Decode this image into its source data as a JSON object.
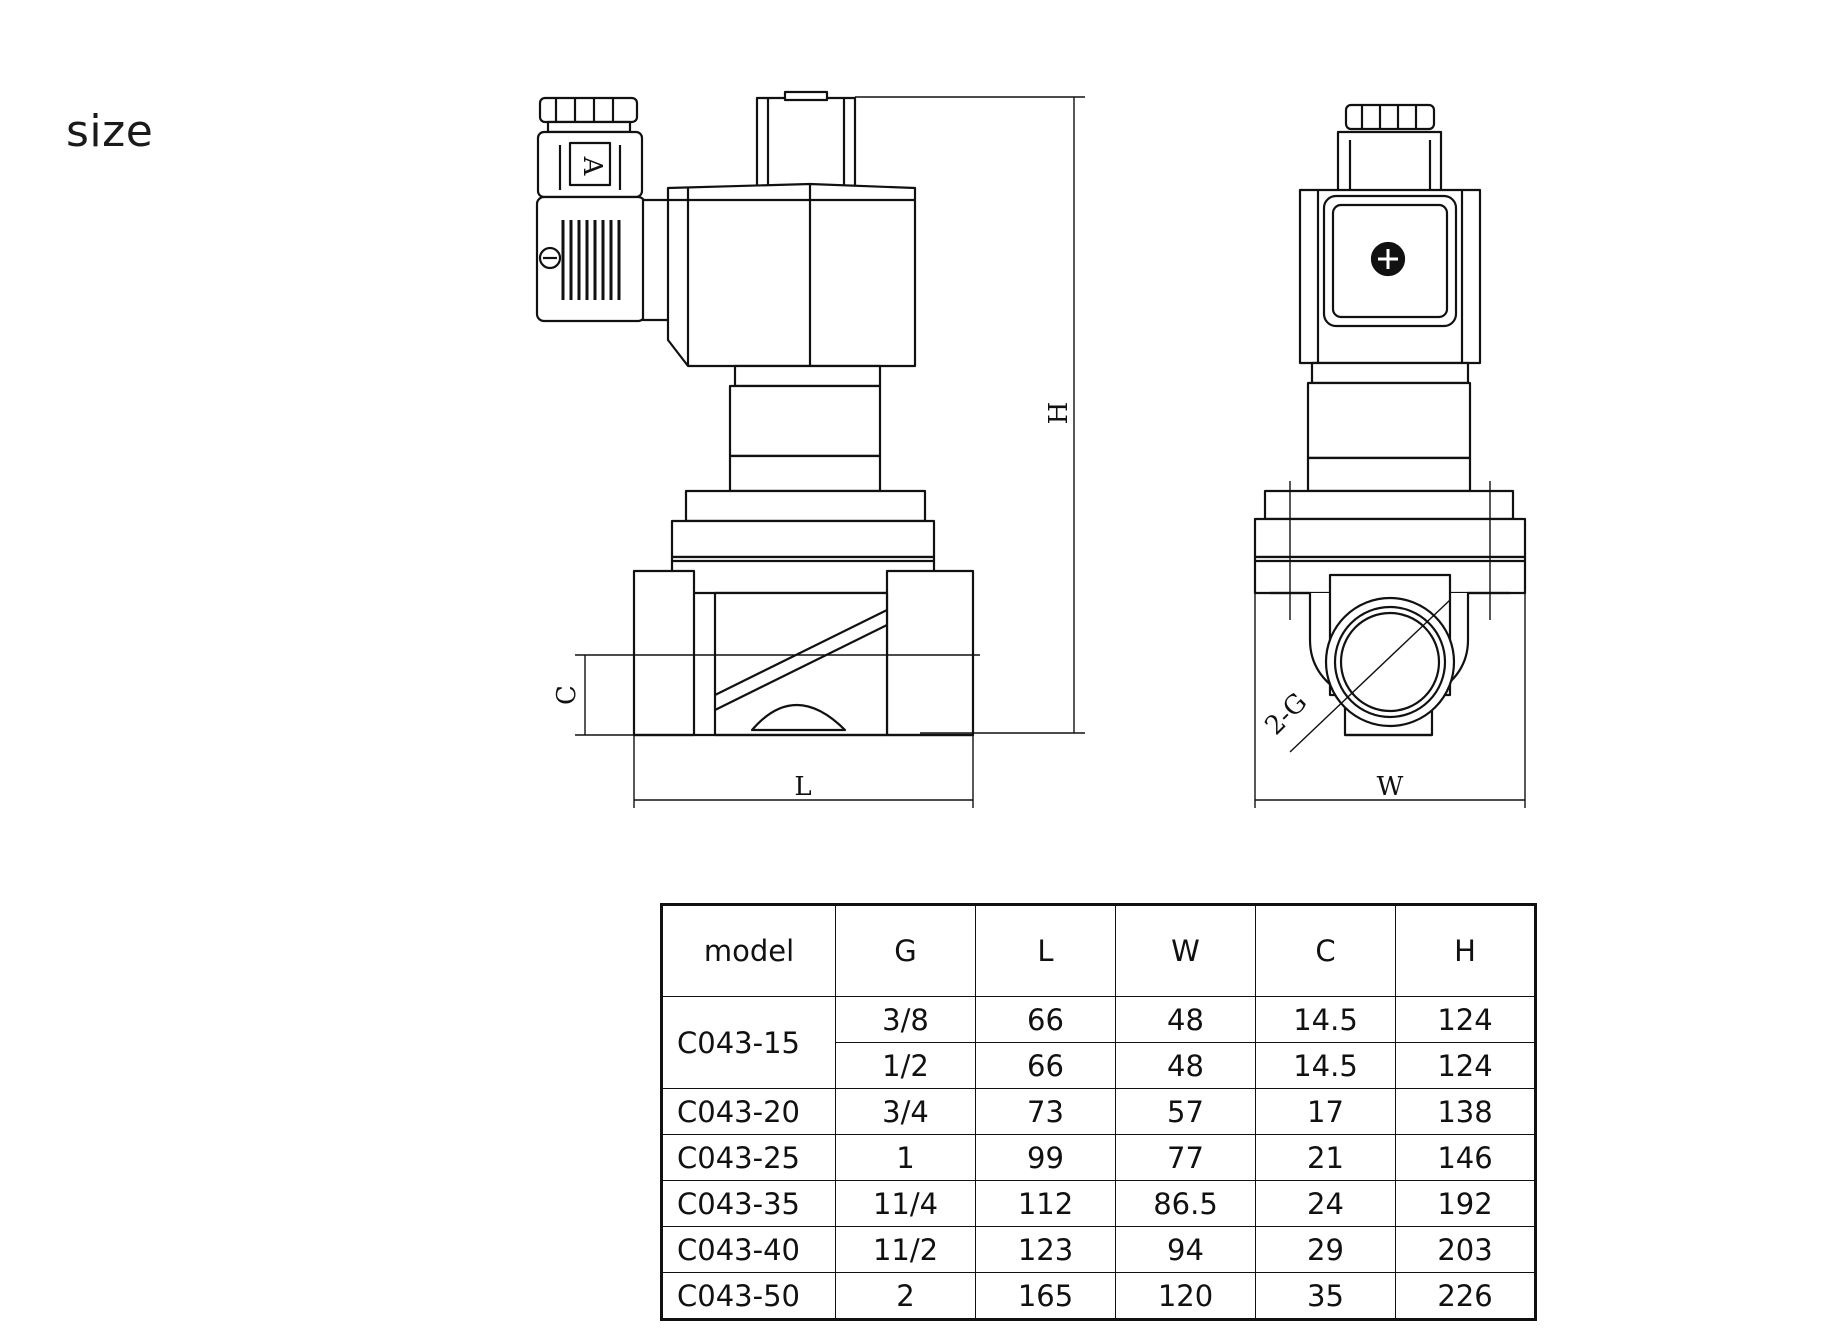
{
  "title": "size",
  "dimension_labels": {
    "H": "H",
    "C": "C",
    "L": "L",
    "W": "W",
    "G": "2-G",
    "A": "A"
  },
  "table": {
    "headers": [
      "model",
      "G",
      "L",
      "W",
      "C",
      "H"
    ],
    "rows": [
      {
        "model": "C043-15",
        "rowspan": 2,
        "G": "3/8",
        "L": "66",
        "W": "48",
        "C": "14.5",
        "H": "124"
      },
      {
        "model": "",
        "G": "1/2",
        "L": "66",
        "W": "48",
        "C": "14.5",
        "H": "124"
      },
      {
        "model": "C043-20",
        "G": "3/4",
        "L": "73",
        "W": "57",
        "C": "17",
        "H": "138"
      },
      {
        "model": "C043-25",
        "G": "1",
        "L": "99",
        "W": "77",
        "C": "21",
        "H": "146"
      },
      {
        "model": "C043-35",
        "G": "11/4",
        "L": "112",
        "W": "86.5",
        "C": "24",
        "H": "192"
      },
      {
        "model": "C043-40",
        "G": "11/2",
        "L": "123",
        "W": "94",
        "C": "29",
        "H": "203"
      },
      {
        "model": "C043-50",
        "G": "2",
        "L": "165",
        "W": "120",
        "C": "35",
        "H": "226"
      }
    ]
  }
}
